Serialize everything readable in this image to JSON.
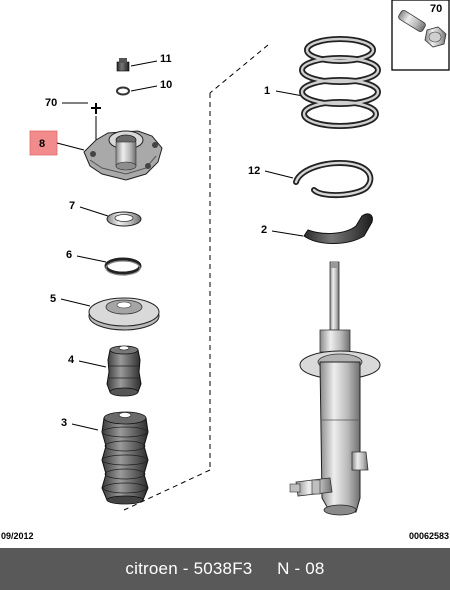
{
  "diagram": {
    "callouts": {
      "p70_box": "70",
      "p70_mount": "70",
      "p11": "11",
      "p10": "10",
      "p8": "8",
      "p7": "7",
      "p6": "6",
      "p5": "5",
      "p4": "4",
      "p3": "3",
      "p1": "1",
      "p12": "12",
      "p2": "2"
    },
    "highlight_color": "#f28c8c"
  },
  "footer": {
    "date": "09/2012",
    "code": "00062583"
  },
  "caption": {
    "brand": "citroen",
    "separator": " - ",
    "part_number": "5038F3",
    "gap": "     ",
    "position": "N - 08"
  }
}
